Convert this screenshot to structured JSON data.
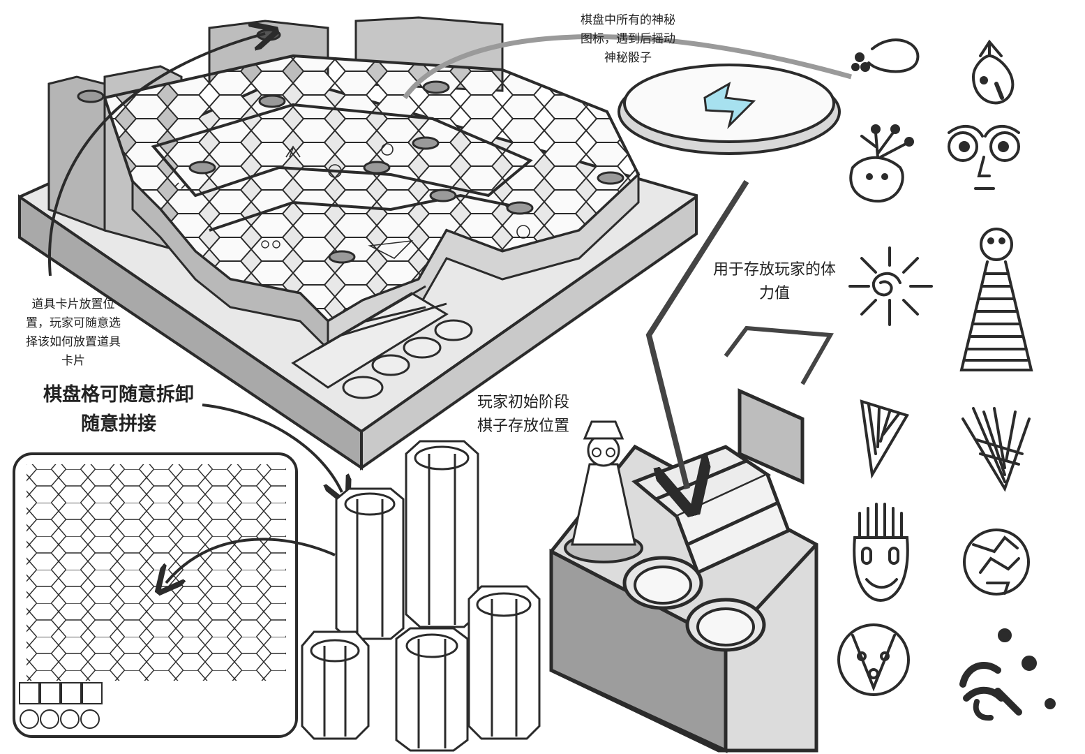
{
  "annotations": {
    "mystery_icons": [
      "棋盘中所有的神秘",
      "图标，遇到后摇动",
      "神秘骰子"
    ],
    "card_slots": [
      "道具卡片放置位",
      "置，玩家可随意选",
      "择该如何放置道具",
      "卡片"
    ],
    "detachable_cells": [
      "棋盘格可随意拆卸",
      "随意拼接"
    ],
    "start_position": [
      "玩家初始阶段",
      "棋子存放位置"
    ],
    "stamina_storage": [
      "用于存放玩家的体",
      "力值"
    ]
  },
  "icons": [
    "paint-palette-icon",
    "fan-mask-icon",
    "sprout-face-icon",
    "owl-face-icon",
    "sun-spiral-icon",
    "striped-totem-icon",
    "fan-shard-icon",
    "brush-rays-icon",
    "crown-mask-icon",
    "cracked-face-icon",
    "diamond-face-icon",
    "splash-dots-icon"
  ],
  "colors": {
    "line": "#2b2b2b",
    "wall": "#bdbdbd",
    "wall_dark": "#9a9a9a",
    "tile": "#fafafa",
    "accent": "#a7e1ef"
  }
}
